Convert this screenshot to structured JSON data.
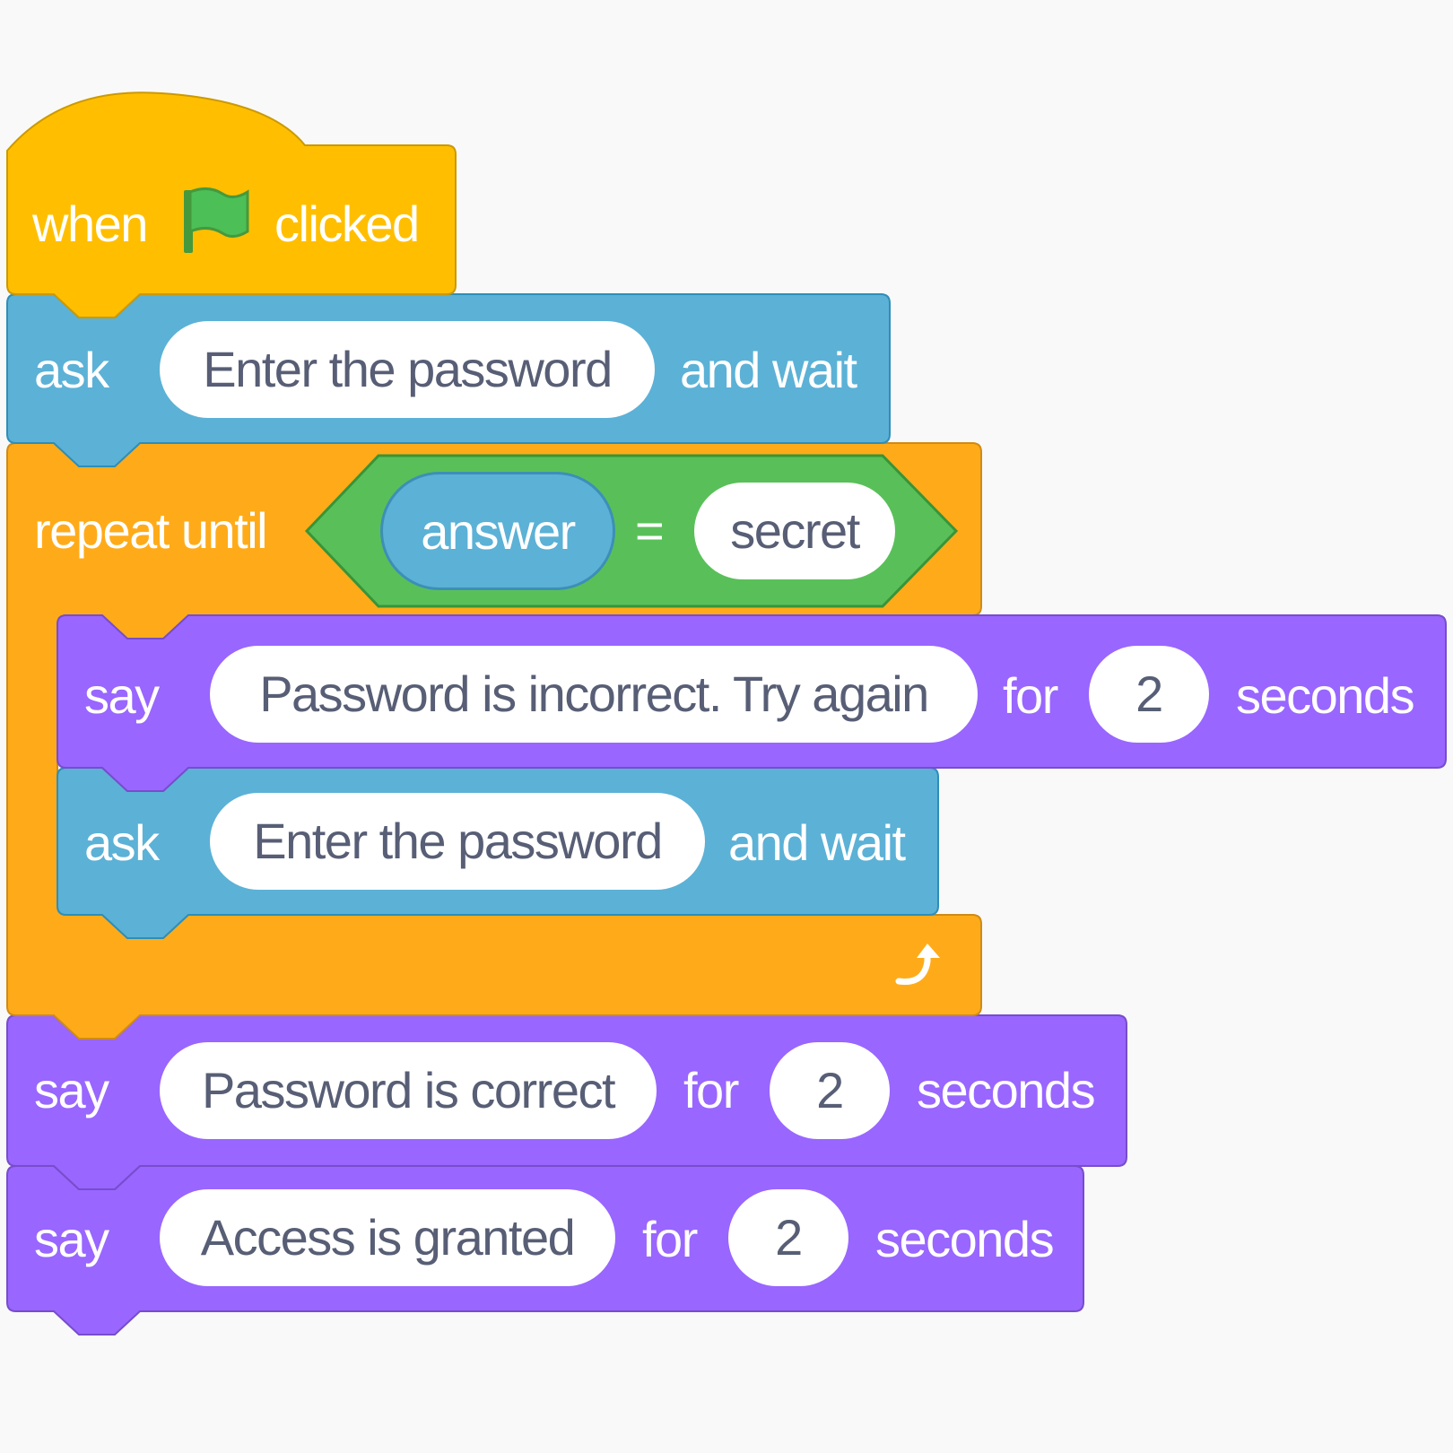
{
  "colors": {
    "events": "#ffbf00",
    "sensing": "#5cb1d6",
    "control": "#ffab19",
    "looks": "#9966ff",
    "operators": "#59c059",
    "pill_text": "#575e75"
  },
  "script": {
    "hat": {
      "when_label": "when",
      "flag_icon": "green-flag-icon",
      "clicked_label": "clicked"
    },
    "ask1": {
      "label": "ask",
      "value": "Enter the password",
      "suffix": "and wait"
    },
    "repeat": {
      "label": "repeat until",
      "condition": {
        "left_reporter": "answer",
        "operator": "=",
        "right_value": "secret"
      },
      "loop_icon": "loop-arrow-icon",
      "body": {
        "say": {
          "label": "say",
          "message": "Password is incorrect. Try again",
          "for_label": "for",
          "secs": "2",
          "seconds_label": "seconds"
        },
        "ask": {
          "label": "ask",
          "value": "Enter the password",
          "suffix": "and wait"
        }
      }
    },
    "say_correct": {
      "label": "say",
      "message": "Password is correct",
      "for_label": "for",
      "secs": "2",
      "seconds_label": "seconds"
    },
    "say_granted": {
      "label": "say",
      "message": "Access is granted",
      "for_label": "for",
      "secs": "2",
      "seconds_label": "seconds"
    }
  }
}
